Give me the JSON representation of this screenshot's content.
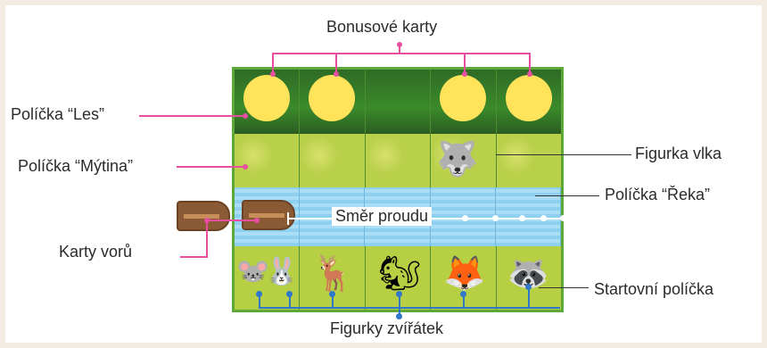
{
  "labels": {
    "bonus_cards": "Bonusové karty",
    "forest_fields": "Políčka “Les”",
    "clearing_fields": "Políčka “Mýtina”",
    "raft_cards": "Karty vorů",
    "wolf_figure": "Figurka vlka",
    "river_fields": "Políčka “Řeka”",
    "current_direction": "Směr proudu",
    "start_fields": "Startovní políčka",
    "animal_figures": "Figurky zvířátek"
  },
  "colors": {
    "background": "#f2ece3",
    "callout_pink": "#e64ea0",
    "callout_blue": "#2f78c9",
    "board_green": "#5ea83a",
    "river_blue": "#8fd0f0",
    "sun_yellow": "#ffe35a"
  },
  "icons": {
    "wolf": "🐺",
    "raft": "raft-icon",
    "animals": [
      "🐭",
      "🐰",
      "🦌",
      "🐿",
      "🦊",
      "🦝"
    ]
  }
}
